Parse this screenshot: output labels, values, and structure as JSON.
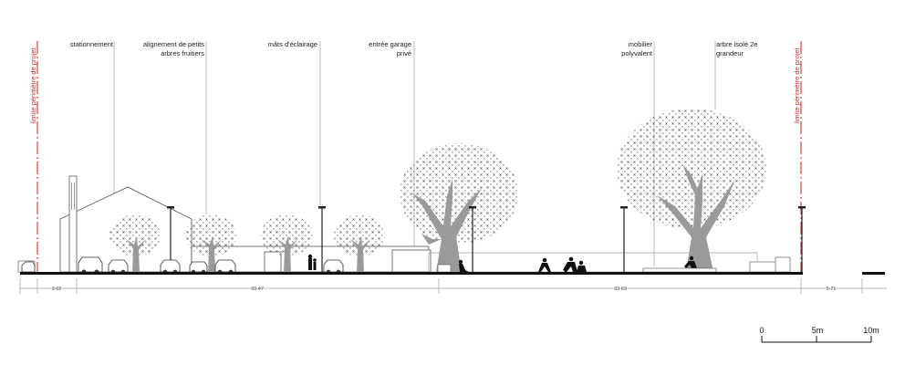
{
  "labels": {
    "perimeter_left": "limite périmètre de projet",
    "perimeter_right": "limite périmètre de projet",
    "parking": "stationnement",
    "fruit_trees_1": "alignement de petits",
    "fruit_trees_2": "arbres fruitiers",
    "lighting": "mâts d'éclairage",
    "garage_1": "entrée garage",
    "garage_2": "privé",
    "furniture_1": "mobilier",
    "furniture_2": "polyvalent",
    "tree_1": "arbre isolé 2e",
    "tree_2": "grandeur"
  },
  "dimensions": {
    "d1": "3.62",
    "d2": "33.47",
    "d3": "33.63",
    "d4": "5.71"
  },
  "scale_bar": {
    "t0": "0",
    "t1": "5m",
    "t2": "10m"
  },
  "colors": {
    "perimeter": "#c0392b",
    "ground": "#111111",
    "tree_trunk": "#9a9a9a",
    "leader": "#8a8a8a"
  }
}
